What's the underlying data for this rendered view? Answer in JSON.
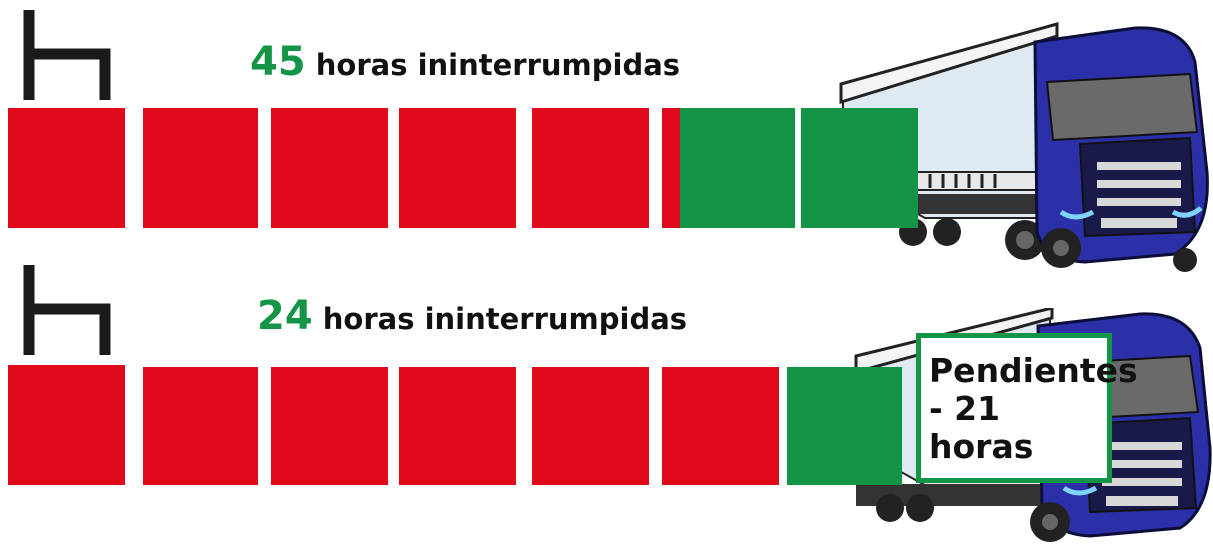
{
  "colors": {
    "rest_pending": "#e10a1a",
    "rest_extra": "#139446",
    "text": "#111111",
    "bed_icon": "#1a1a1a",
    "truck_body": "#2b2fa8"
  },
  "icons": [
    "bed-icon",
    "truck-icon"
  ],
  "row1": {
    "hours_number": "45",
    "hours_text": "horas ininterrumpidas"
  },
  "row2": {
    "hours_number": "24",
    "hours_text": "horas ininterrumpidas",
    "pending": {
      "line1": "Pendientes",
      "line2": "- 21",
      "line3": "horas"
    }
  }
}
